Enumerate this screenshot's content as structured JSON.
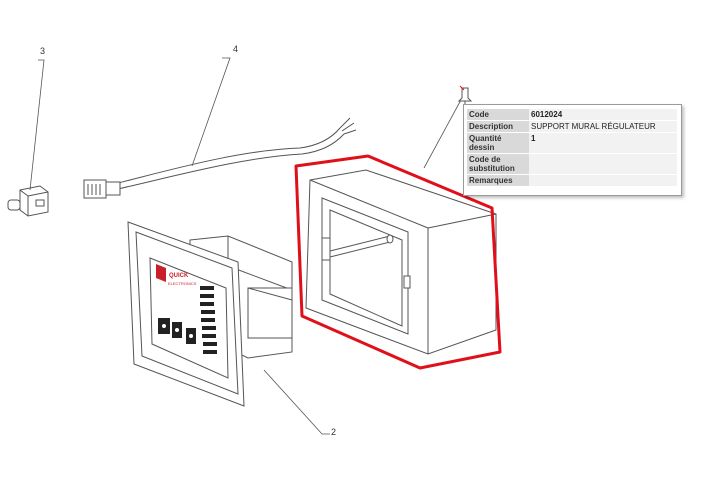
{
  "callouts": {
    "c2": "2",
    "c3": "3",
    "c4": "4"
  },
  "device": {
    "brand_line1": "QUICK",
    "brand_line2": "ELECTRONICS"
  },
  "tooltip": {
    "rows": [
      {
        "key": "Code",
        "value": "6012024"
      },
      {
        "key": "Description",
        "value": "SUPPORT MURAL RÉGULATEUR"
      },
      {
        "key": "Quantité dessin",
        "value": "1"
      },
      {
        "key": "Code de substitution",
        "value": ""
      },
      {
        "key": "Remarques",
        "value": ""
      }
    ]
  },
  "colors": {
    "highlight": "#e0101a",
    "line": "#555555",
    "brand": "#c8202a"
  }
}
